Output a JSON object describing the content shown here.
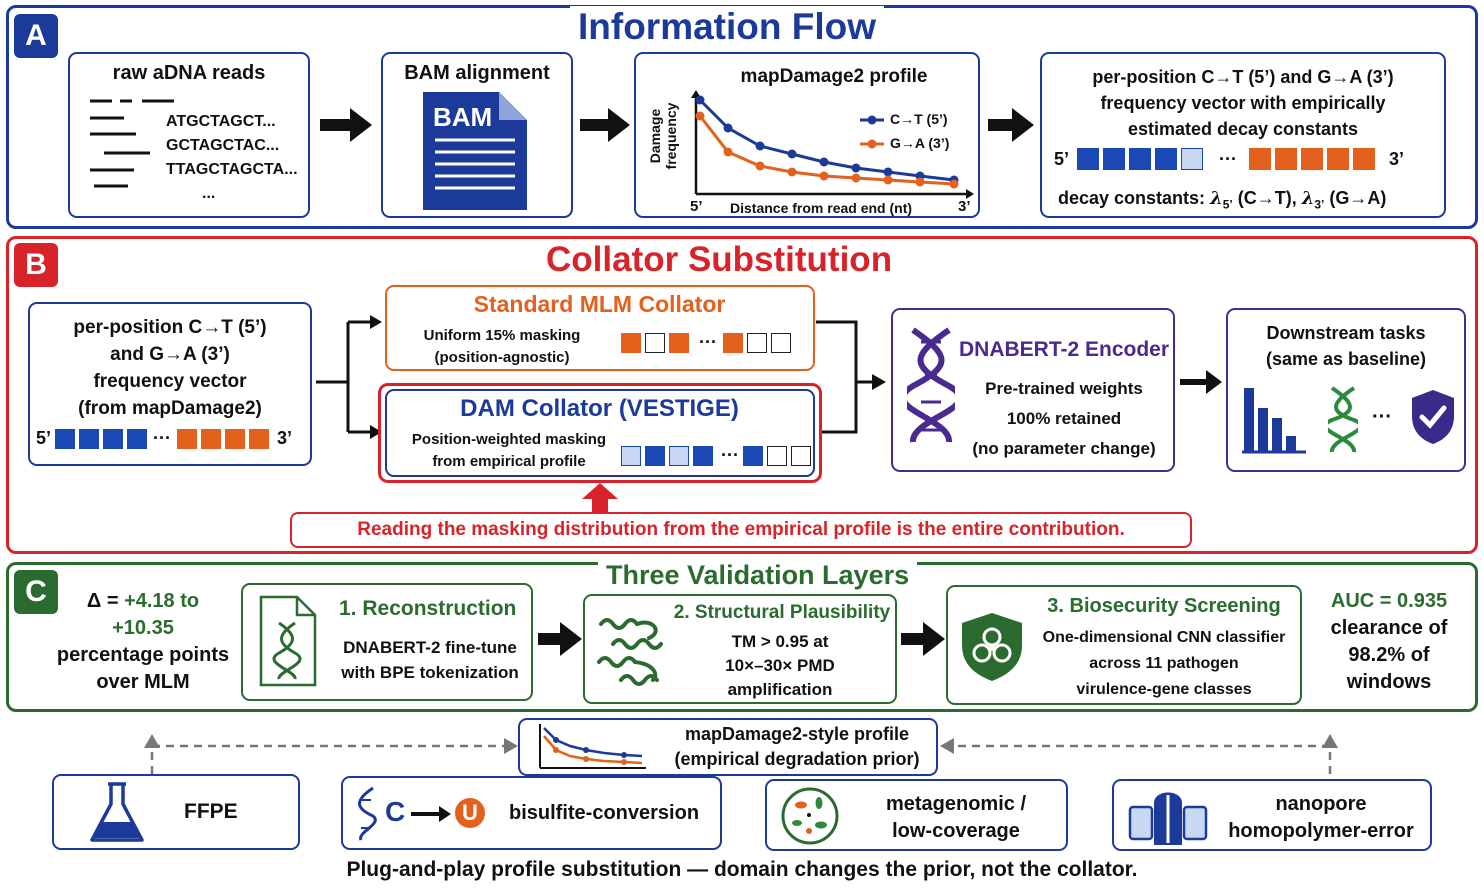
{
  "panel_a": {
    "letter": "A",
    "title": "Information Flow",
    "reads_box": {
      "title": "raw aDNA reads",
      "reads": [
        "ATGCTAGCT...",
        "GCTAGCTAC...",
        "TTAGCTAGCTA..."
      ],
      "ellipsis": "..."
    },
    "bam_box": {
      "title": "BAM alignment",
      "icon_label": "BAM"
    },
    "profile_box": {
      "title": "mapDamage2 profile",
      "ylabel": "Damage frequency",
      "xlabel": "Distance from read end (nt)",
      "x_start": "5’",
      "x_end": "3’",
      "legend_ct": "C→T (5’)",
      "legend_ga": "G→A (3’)",
      "color_ct": "#1b3a9a",
      "color_ga": "#e3611c"
    },
    "vector_box": {
      "line1": "per-position C→T (5’) and G→A (3’)",
      "line2": "frequency vector with empirically",
      "line3": "estimated decay constants",
      "five": "5’",
      "three": "3’",
      "ellipsis": "···",
      "decay": "decay constants:",
      "lambda5": "λ",
      "sub5": "5’",
      "ct": "(C→T),",
      "lambda3": "λ",
      "sub3": "3’",
      "ga": "(G→A)"
    }
  },
  "panel_b": {
    "letter": "B",
    "title": "Collator Substitution",
    "vector_box": {
      "line1": "per-position C→T (5’)",
      "line2": "and G→A (3’)",
      "line3": "frequency vector",
      "line4": "(from mapDamage2)",
      "five": "5’",
      "three": "3’",
      "ellipsis": "···"
    },
    "mlm_box": {
      "title": "Standard MLM Collator",
      "line1": "Uniform 15% masking",
      "line2": "(position-agnostic)",
      "ellipsis": "···"
    },
    "dam_box": {
      "title": "DAM Collator (VESTIGE)",
      "line1": "Position-weighted masking",
      "line2": "from empirical profile",
      "ellipsis": "···"
    },
    "encoder_box": {
      "title": "DNABERT-2 Encoder",
      "line1": "Pre-trained weights",
      "line2": "100% retained",
      "line3": "(no parameter change)"
    },
    "downstream_box": {
      "title": "Downstream tasks",
      "subtitle": "(same as baseline)",
      "ellipsis": "···"
    },
    "callout": "Reading the masking distribution from the empirical profile is the entire contribution."
  },
  "panel_c": {
    "letter": "C",
    "title": "Three Validation Layers",
    "delta": {
      "line1_prefix": "Δ = ",
      "line1_value": "+4.18 to",
      "line2": "+10.35",
      "line3": "percentage points",
      "line4": "over MLM"
    },
    "layer1": {
      "title": "1. Reconstruction",
      "line1": "DNABERT-2 fine-tune",
      "line2": "with BPE tokenization"
    },
    "layer2": {
      "title": "2. Structural Plausibility",
      "line1": "TM > 0.95 at",
      "line2": "10×–30× PMD",
      "line3": "amplification"
    },
    "layer3": {
      "title": "3. Biosecurity Screening",
      "line1": "One-dimensional CNN classifier",
      "line2": "across 11 pathogen",
      "line3": "virulence-gene classes"
    },
    "auc": {
      "line1": "AUC = 0.935",
      "line2": "clearance of",
      "line3": "98.2% of",
      "line4": "windows"
    }
  },
  "bottom": {
    "profile_label1": "mapDamage2-style profile",
    "profile_label2": "(empirical degradation prior)",
    "ffpe": "FFPE",
    "bisulfite_c": "C",
    "bisulfite_u": "U",
    "bisulfite": "bisulfite-conversion",
    "metagenomic1": "metagenomic /",
    "metagenomic2": "low-coverage",
    "nanopore1": "nanopore",
    "nanopore2": "homopolymer-error",
    "caption": "Plug-and-play profile substitution — domain changes the prior, not the collator."
  },
  "colors": {
    "blue": "#1b3a9a",
    "red": "#d9232a",
    "green": "#2c6b2f",
    "orange": "#e3611c",
    "purple": "#4b2a8f"
  }
}
